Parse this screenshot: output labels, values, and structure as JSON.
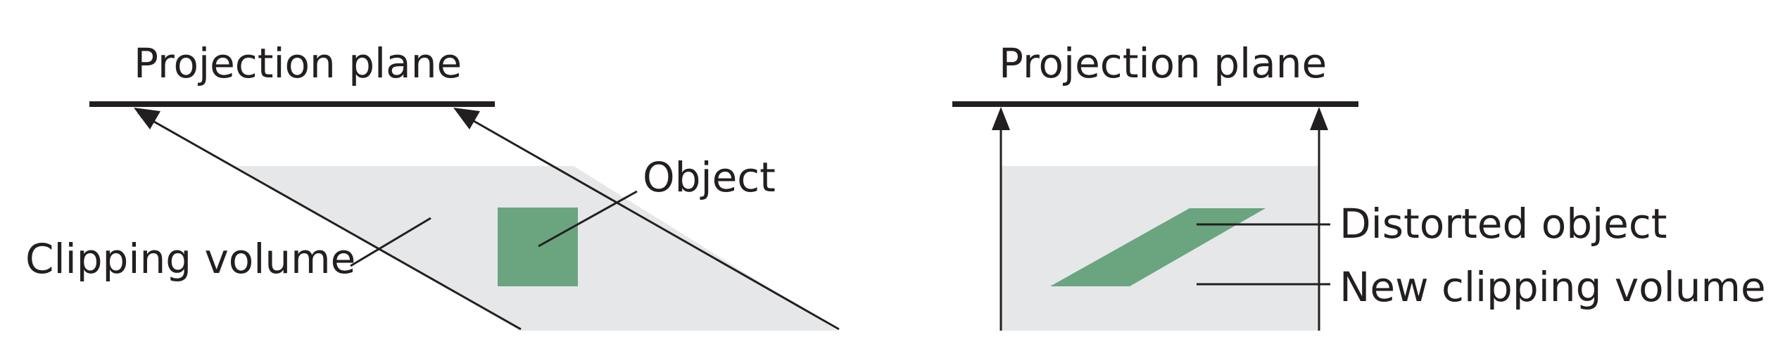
{
  "colors": {
    "ink": "#231f20",
    "clip_fill": "#e6e7e8",
    "object_fill": "#6aa580",
    "background": "#ffffff"
  },
  "left_panel": {
    "plane_label": "Projection plane",
    "object_label": "Object",
    "clip_label": "Clipping volume"
  },
  "right_panel": {
    "plane_label": "Projection plane",
    "object_label": "Distorted object",
    "clip_label": "New clipping volume"
  }
}
